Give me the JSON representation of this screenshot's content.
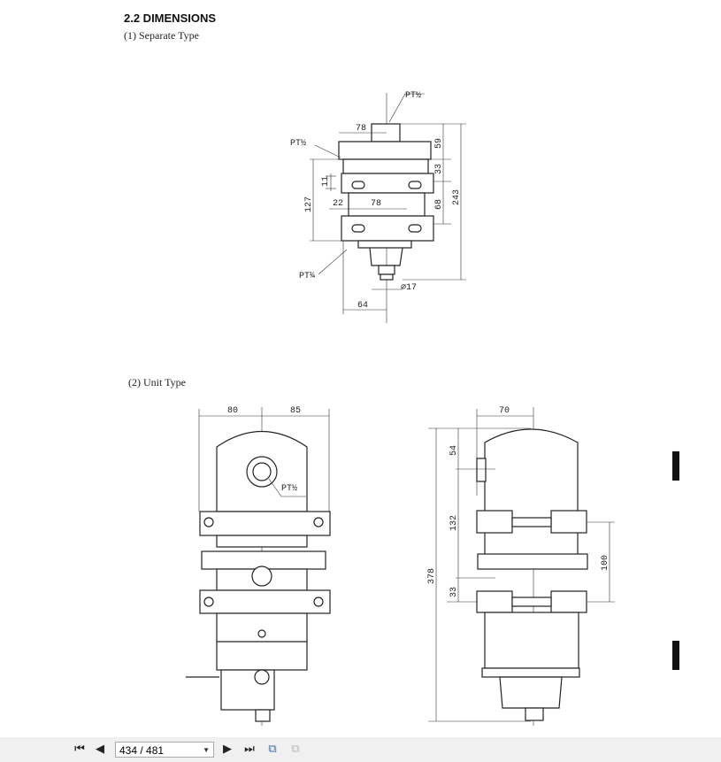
{
  "document": {
    "heading": "2.2  DIMENSIONS",
    "section1": "(1)  Separate Type",
    "section2": "(2)  Unit Type",
    "separate_labels": {
      "pt_top": "PT½",
      "pt_left": "PT½",
      "pt_bottom": "PT¼",
      "d78_top": "78",
      "d59": "59",
      "d33": "33",
      "d68": "68",
      "d243": "243",
      "d11": "11",
      "d127": "127",
      "d22": "22",
      "d78_mid": "78",
      "d17": "⌀17",
      "d64": "64"
    },
    "unit_labels": {
      "d80": "80",
      "d85": "85",
      "pt": "PT½",
      "d70": "70",
      "d54": "54",
      "d132": "132",
      "d378": "378",
      "d33": "33",
      "d100": "100"
    }
  },
  "toolbar": {
    "page_value": "434 / 481",
    "first": "first-page",
    "prev": "previous-page",
    "next": "next-page",
    "last": "last-page"
  }
}
